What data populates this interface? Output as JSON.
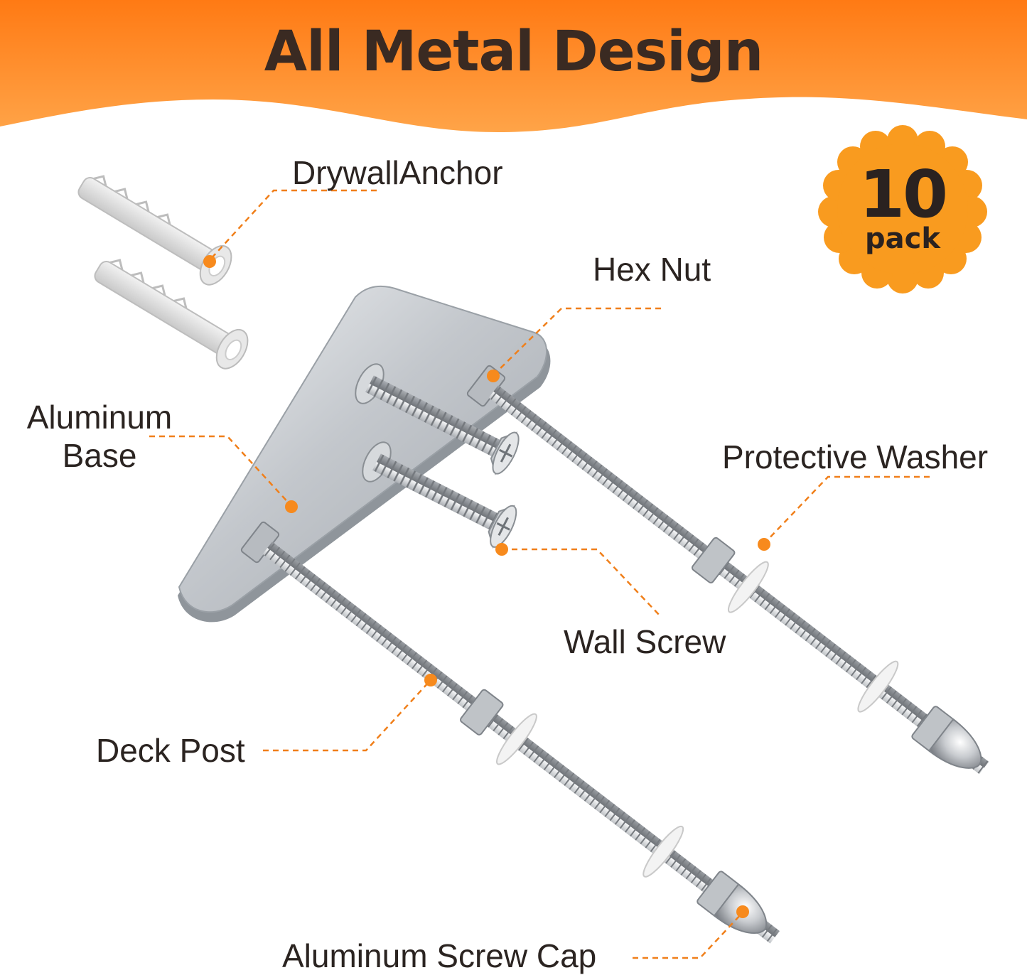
{
  "header": {
    "title": "All Metal Design"
  },
  "badge": {
    "number": "10",
    "unit": "pack"
  },
  "labels": {
    "drywall_anchor": "DrywallAnchor",
    "hex_nut": "Hex Nut",
    "aluminum_base_line1": "Aluminum",
    "aluminum_base_line2": "Base",
    "protective_washer": "Protective Washer",
    "wall_screw": "Wall Screw",
    "deck_post": "Deck Post",
    "aluminum_screw_cap": "Aluminum Screw Cap"
  },
  "colors": {
    "accent_orange": "#f78a1d",
    "header_text": "#3a2a22",
    "label_text": "#2b2421",
    "metal": "#c9ccd0"
  }
}
